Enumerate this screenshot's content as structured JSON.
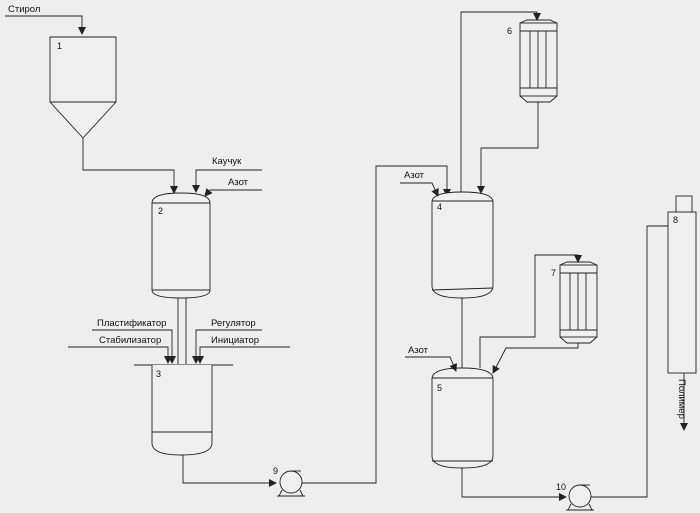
{
  "inputs": {
    "styrene": "Стирол",
    "rubber": "Каучук",
    "nitrogen_2": "Азот",
    "plasticizer": "Пластификатор",
    "stabilizer": "Стабилизатор",
    "regulator": "Регулятор",
    "initiator": "Инициатор",
    "nitrogen_4": "Азот",
    "nitrogen_5": "Азот"
  },
  "outputs": {
    "polymer": "Полимер"
  },
  "equipment_numbers": {
    "n1": "1",
    "n2": "2",
    "n3": "3",
    "n4": "4",
    "n5": "5",
    "n6": "6",
    "n7": "7",
    "n8": "8",
    "n9": "9",
    "n10": "10"
  }
}
